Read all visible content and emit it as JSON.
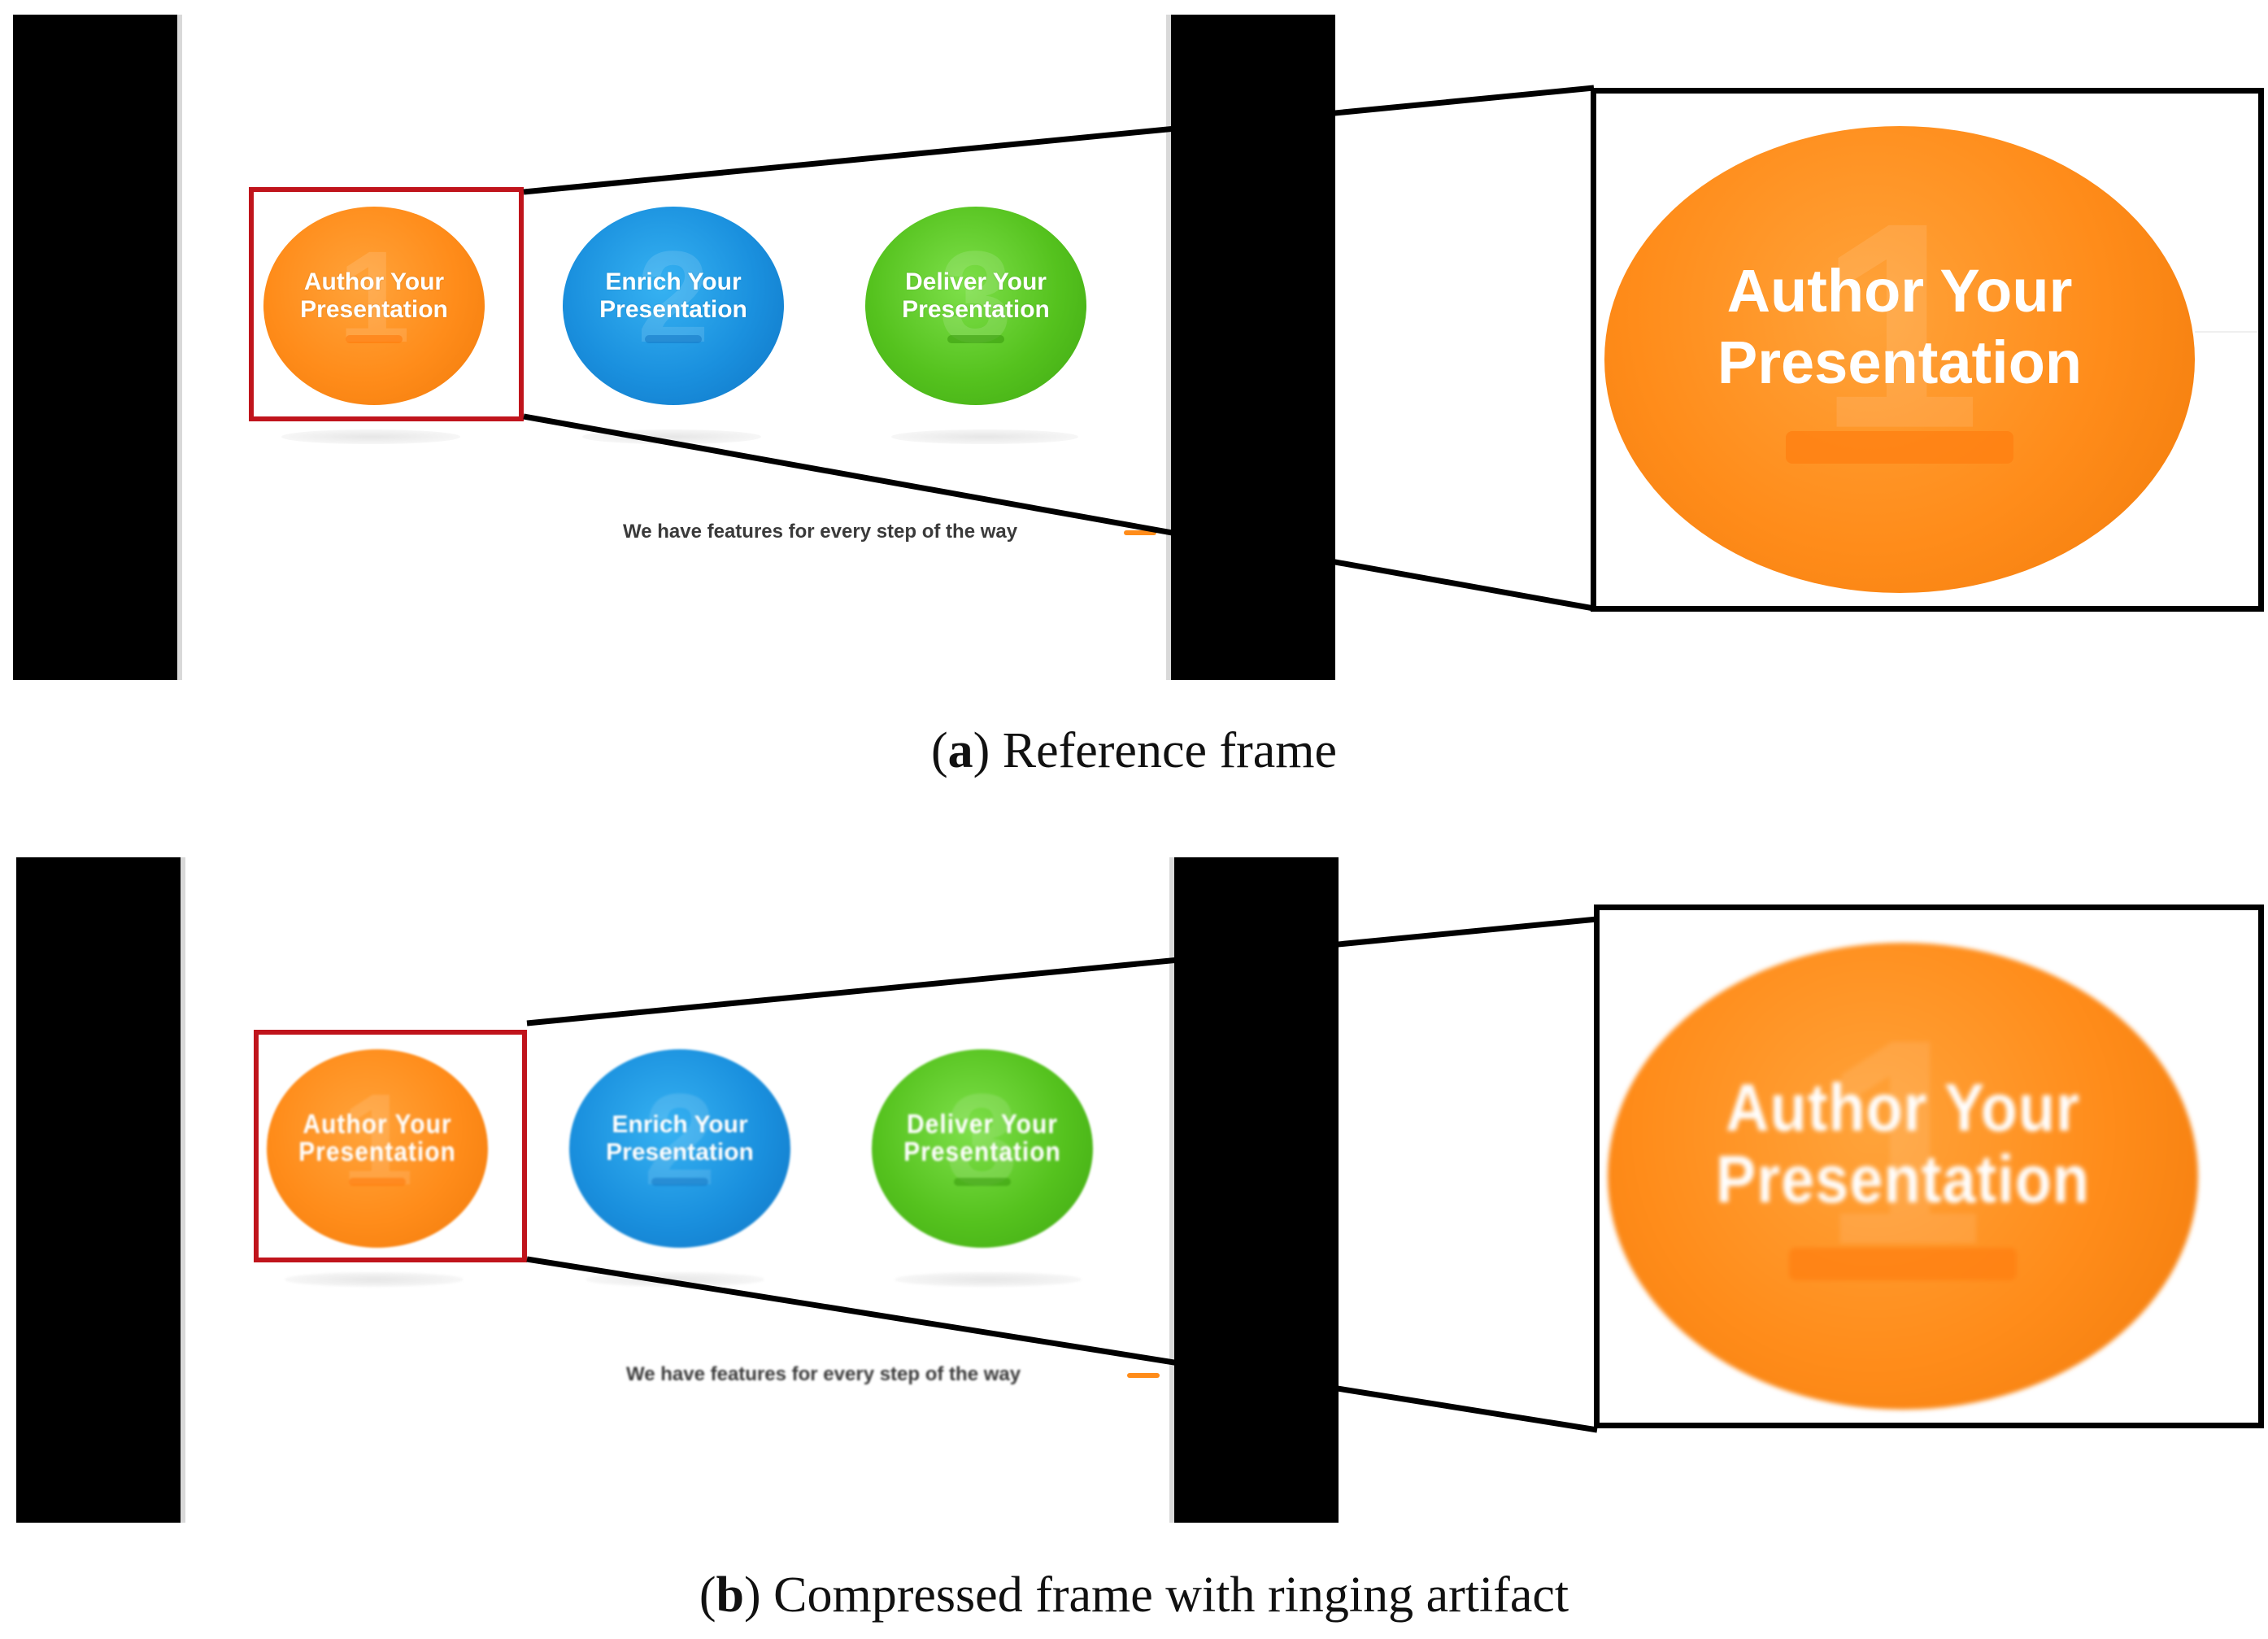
{
  "panels": [
    {
      "id": "a",
      "caption_letter": "a",
      "caption_text": "Reference frame",
      "discs": [
        {
          "label_line1": "Author Your",
          "label_line2": "Presentation",
          "ghost_number": "1",
          "color": "#ff8c1a"
        },
        {
          "label_line1": "Enrich Your",
          "label_line2": "Presentation",
          "ghost_number": "2",
          "color": "#1a90de"
        },
        {
          "label_line1": "Deliver Your",
          "label_line2": "Presentation",
          "ghost_number": "3",
          "color": "#55c21e"
        }
      ],
      "tagline": "We have features for every step of the way",
      "zoom_label_line1": "Author Your",
      "zoom_label_line2": "Presentation"
    },
    {
      "id": "b",
      "caption_letter": "b",
      "caption_text": "Compressed frame with ringing artifact",
      "discs": [
        {
          "label_line1": "Author Your",
          "label_line2": "Presentation",
          "ghost_number": "1",
          "color": "#ff8c1a"
        },
        {
          "label_line1": "Enrich Your",
          "label_line2": "Presentation",
          "ghost_number": "2",
          "color": "#1a90de"
        },
        {
          "label_line1": "Deliver Your",
          "label_line2": "Presentation",
          "ghost_number": "3",
          "color": "#55c21e"
        }
      ],
      "tagline": "We have features for every step of the way",
      "zoom_label_line1": "Author Your",
      "zoom_label_line2": "Presentation"
    }
  ],
  "colors": {
    "highlight_box": "#c0141c",
    "zoom_box": "#000000",
    "accent_orange": "#ff8c1a"
  }
}
